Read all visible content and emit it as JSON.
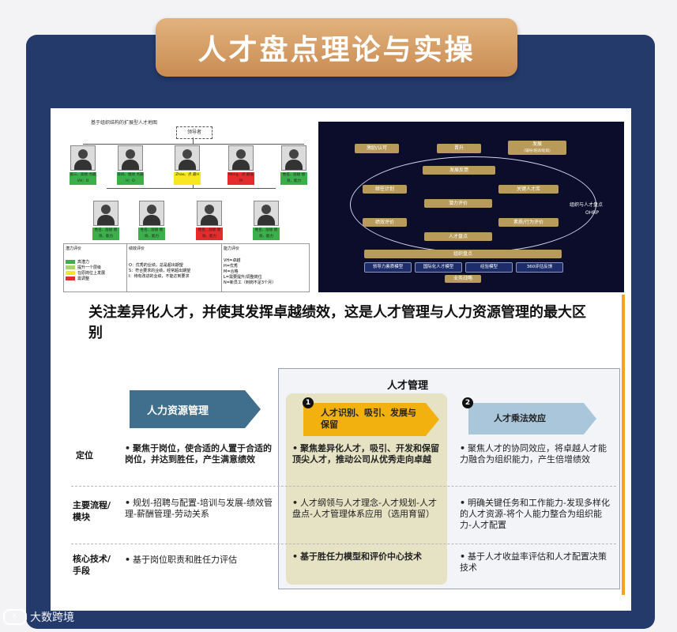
{
  "title": "人才盘点理论与实操",
  "org_map": {
    "caption": "基于组织结构的扩展型人才地图",
    "leader": "领导者",
    "top_row": [
      {
        "tag": "张三、高绩 点最VH：O",
        "color": "#3bb04a"
      },
      {
        "tag": "李四、绩效 点最H：O",
        "color": "#3bb04a"
      },
      {
        "tag": "Zhao、点 最H",
        "color": "#f7e722"
      },
      {
        "tag": "Meng、点 最低M",
        "color": "#e42c2c"
      },
      {
        "tag": "姓名、层级 绩效、能力",
        "color": "#3bb04a"
      }
    ],
    "bottom_row": [
      {
        "tag": "姓名、层级 绩效、能力",
        "color": "#3bb04a"
      },
      {
        "tag": "姓名、层级 绩效、能力",
        "color": "#3bb04a"
      },
      {
        "tag": "姓名、层级 绩效、能力",
        "color": "#e42c2c"
      },
      {
        "tag": "姓名、层级 绩效、能力",
        "color": "#3bb04a"
      }
    ],
    "legend": {
      "potential_title": "潜力评价",
      "potential_items": [
        {
          "label": "高潜力",
          "color": "#3bb04a"
        },
        {
          "label": "提升一个层级",
          "color": "#a7d36b"
        },
        {
          "label": "在原岗位上发展",
          "color": "#f7e722"
        },
        {
          "label": "需调整",
          "color": "#e42c2c"
        }
      ],
      "performance_title": "绩效评价",
      "performance_lines": [
        "O：优秀的业绩，总是超出期望",
        "S：符合要求的业绩，经常超出期望",
        "I：待有改进的业绩，不能达到要求"
      ],
      "ability_title": "能力评价",
      "ability_lines": [
        "VH=卓越",
        "H=优秀",
        "M=合格",
        "L=需要提升/调整岗位",
        "N=新员工（到岗不足3个月）"
      ]
    }
  },
  "diagram": {
    "top_boxes": [
      "激励/认可",
      "晋升",
      "发展"
    ],
    "top_sub": "(辅导/培训/轮岗)",
    "feedback": "发展反馈",
    "career_plan": "继任计划",
    "key_talent": "关键人才库",
    "potential_eval": "潜力评价",
    "perf_eval": "绩效评价",
    "quality_eval": "素质/行为评价",
    "talent_review": "人才盘点",
    "side_label": "组织与人才盘点",
    "side_sub": "OHRP",
    "org_review": "组织盘点",
    "models": [
      "领导力素质模型",
      "国际化人才模型",
      "经验模型",
      "360评估反馈"
    ],
    "strategy": "业务战略"
  },
  "headline": "关注差异化人才，并使其发挥卓越绩效，这是人才管理与人力资源管理的最大区别",
  "comparison": {
    "talent_mgmt_title": "人才管理",
    "hr_label": "人力资源管理",
    "col1_num": "1",
    "col1_label": "人才识别、吸引、发展与保留",
    "col2_num": "2",
    "col2_label": "人才乘法效应",
    "rows": [
      {
        "label": "定位",
        "hr": "聚焦于岗位，使合适的人置于合适的岗位，并达到胜任，产生满意绩效",
        "c1": "聚焦差异化人才，吸引、开发和保留顶尖人才，推动公司从优秀走向卓越",
        "c2": "聚焦人才的协同效应，将卓越人才能力融合为组织能力，产生倍增绩效"
      },
      {
        "label": "主要流程/模块",
        "hr": "规划-招聘与配置-培训与发展-绩效管理-薪酬管理-劳动关系",
        "c1": "人才纲领与人才理念-人才规划-人才盘点-人才管理体系应用（选用育留）",
        "c2": "明确关键任务和工作能力-发现多样化的人才资源-将个人能力整合为组织能力-人才配置"
      },
      {
        "label": "核心技术/手段",
        "hr": "基于岗位职责和胜任力评估",
        "c1": "基于胜任力模型和评价中心技术",
        "c2": "基于人才收益率评估和人才配置决策技术"
      }
    ]
  },
  "watermark": "大数跨境",
  "colors": {
    "frame": "#243a6b",
    "title_pill": "#d49a5e",
    "hr_arrow": "#3f6f8c",
    "yellow_arrow": "#f2b10e",
    "blue_arrow": "#a9c6da",
    "highlight_col": "#e6e2c4",
    "accent_line": "#f3a41c"
  }
}
